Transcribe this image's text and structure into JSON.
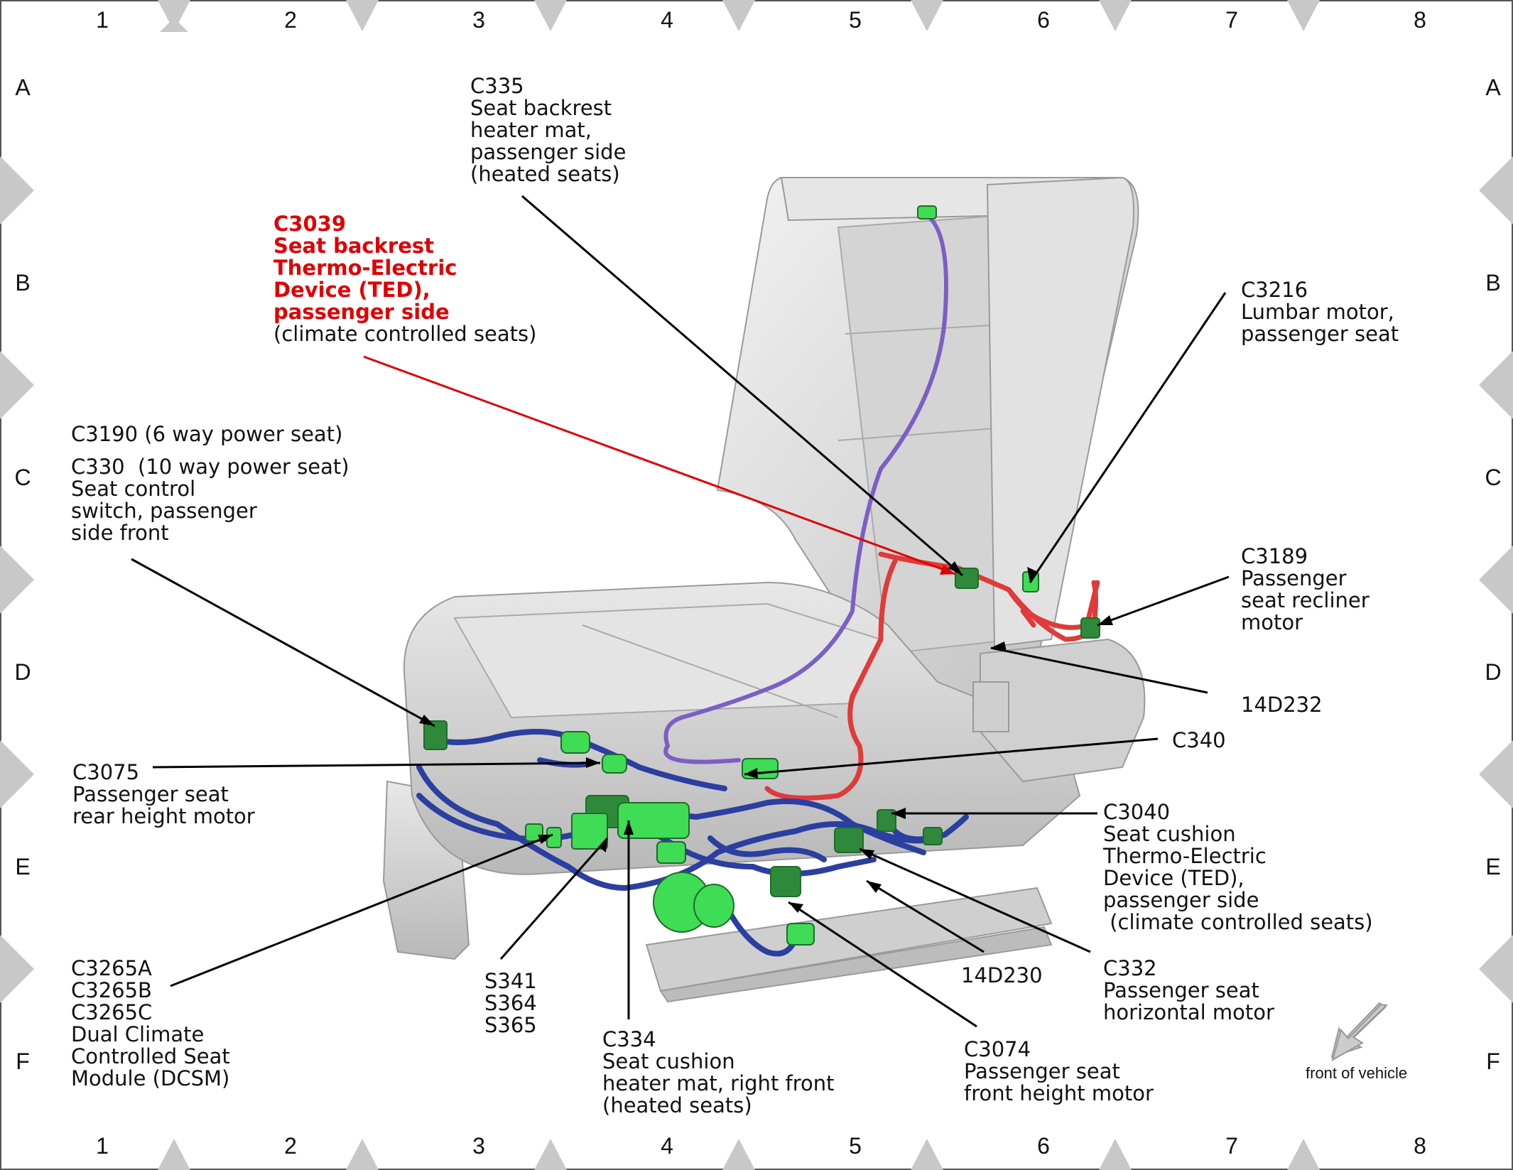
{
  "grid": {
    "columns": [
      "1",
      "2",
      "3",
      "4",
      "5",
      "6",
      "7",
      "8"
    ],
    "rows": [
      "A",
      "B",
      "C",
      "D",
      "E",
      "F"
    ]
  },
  "callouts": {
    "c335": {
      "code": "C335",
      "desc": "Seat backrest\nheater mat,\npassenger side\n(heated seats)"
    },
    "c3039": {
      "code": "C3039",
      "desc": "Seat backrest\nThermo-Electric\nDevice (TED),\npassenger side",
      "note": "(climate controlled seats)"
    },
    "c3216": {
      "code": "C3216",
      "desc": "Lumbar motor,\npassenger seat"
    },
    "c3190": {
      "text": "C3190 (6 way power seat)"
    },
    "c330": {
      "text": "C330  (10 way power seat)",
      "desc": "Seat control\nswitch, passenger\nside front"
    },
    "c3189": {
      "code": "C3189",
      "desc": "Passenger\nseat recliner\nmotor"
    },
    "h14d232": {
      "text": "14D232"
    },
    "c340": {
      "text": "C340"
    },
    "c3075": {
      "code": "C3075",
      "desc": "Passenger seat\nrear height motor"
    },
    "c3040": {
      "code": "C3040",
      "desc": "Seat cushion\nThermo-Electric\nDevice (TED),\npassenger side\n (climate controlled seats)"
    },
    "c3265": {
      "code": "C3265A\nC3265B\nC3265C",
      "desc": "Dual Climate\nControlled Seat\nModule (DCSM)"
    },
    "s341": {
      "text": "S341\nS364\nS365"
    },
    "c334": {
      "code": "C334",
      "desc": "Seat cushion\nheater mat, right front\n(heated seats)"
    },
    "h14d230": {
      "text": "14D230"
    },
    "c332": {
      "code": "C332",
      "desc": "Passenger seat\nhorizontal motor"
    },
    "c3074": {
      "code": "C3074",
      "desc": "Passenger seat\nfront height motor"
    },
    "orientation": {
      "text": "front of vehicle"
    }
  },
  "colors": {
    "harness_blue": "#2a3fa0",
    "harness_red": "#e03a3a",
    "harness_purple": "#7b5fc4",
    "connector_green": "#3fdc55",
    "highlight_red": "#e00000",
    "seat_gray": "#dcdcdc"
  }
}
